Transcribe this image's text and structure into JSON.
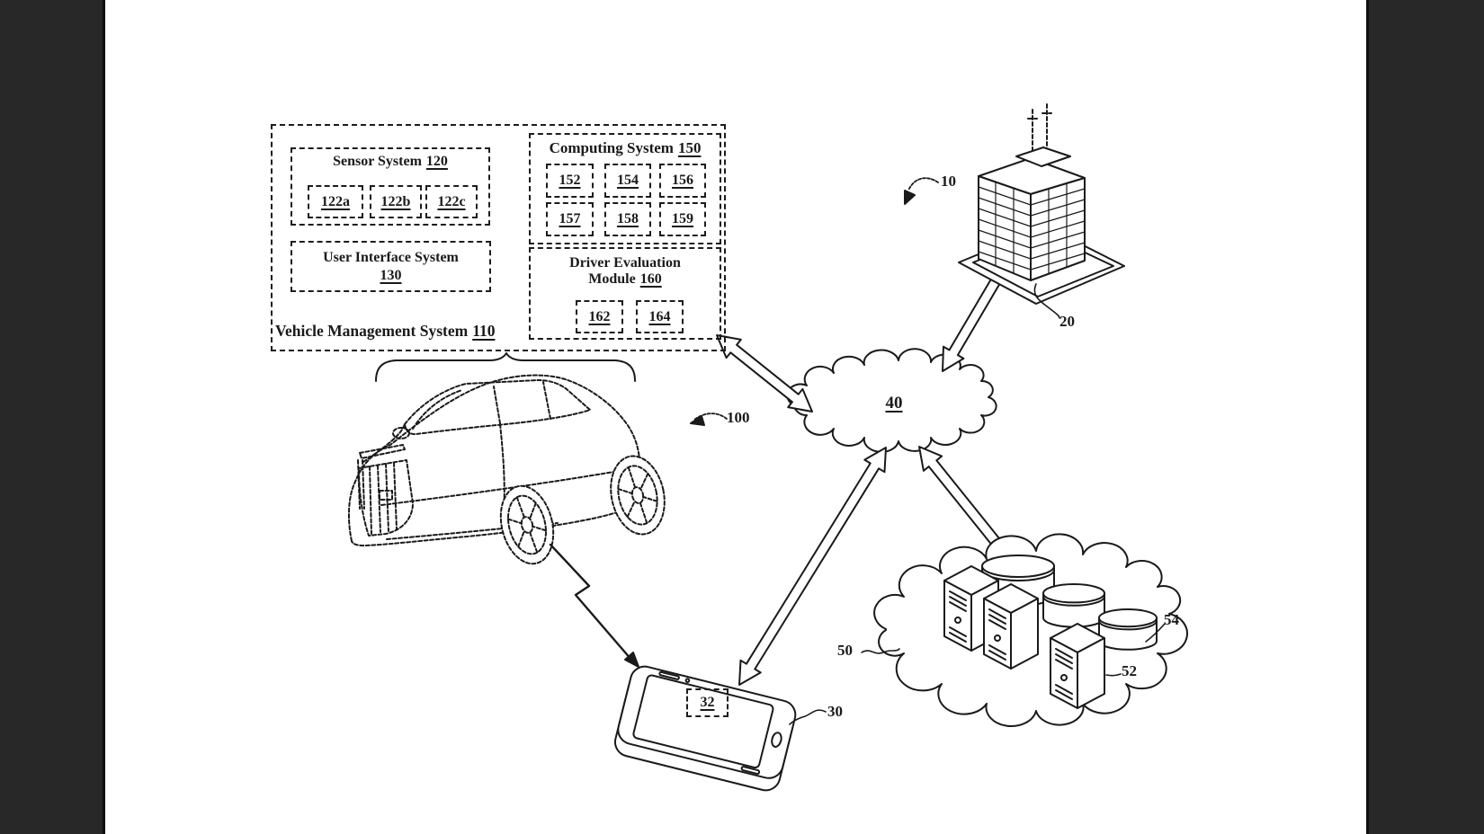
{
  "page": {
    "background": "#ffffff",
    "sidebar_color": "#282828",
    "ink_color": "#1a1a1a"
  },
  "diagram": {
    "vehicle_management_system": {
      "label": "Vehicle Management System",
      "ref": "110"
    },
    "sensor_system": {
      "label": "Sensor System",
      "ref": "120",
      "components": [
        "122a",
        "122b",
        "122c"
      ]
    },
    "user_interface_system": {
      "label": "User Interface System",
      "ref": "130"
    },
    "computing_system": {
      "label": "Computing System",
      "ref": "150",
      "components_row1": [
        "152",
        "154",
        "156"
      ],
      "components_row2": [
        "157",
        "158",
        "159"
      ]
    },
    "driver_evaluation_module": {
      "label_line1": "Driver Evaluation",
      "label_line2": "Module",
      "ref": "160",
      "components": [
        "162",
        "164"
      ]
    },
    "network_cloud": {
      "ref": "40"
    },
    "refs": {
      "overall_system": "10",
      "building": "20",
      "mobile_device": "30",
      "mobile_module": "32",
      "services_cloud": "50",
      "server": "52",
      "database": "54",
      "vehicle": "100"
    }
  }
}
